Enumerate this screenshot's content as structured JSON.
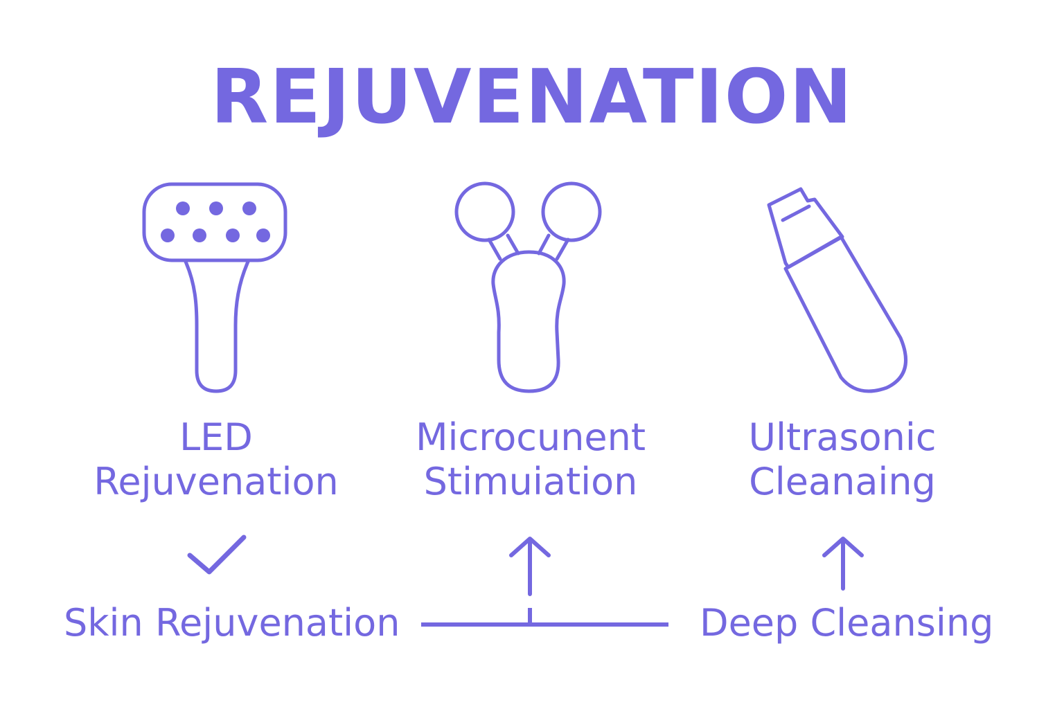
{
  "title": "REJUVENATION",
  "accent_color": "#7468e0",
  "devices": [
    {
      "icon": "led-wand-icon",
      "line1": "LED",
      "line2": "Rejuvenation"
    },
    {
      "icon": "microcurrent-roller-icon",
      "line1": "Microcunent",
      "line2": "Stimuiation"
    },
    {
      "icon": "ultrasonic-scrubber-icon",
      "line1": "Ultrasonic",
      "line2": "Cleanaing"
    }
  ],
  "benefits": {
    "left": "Skin Rejuvenation",
    "right": "Deep Cleansing"
  }
}
